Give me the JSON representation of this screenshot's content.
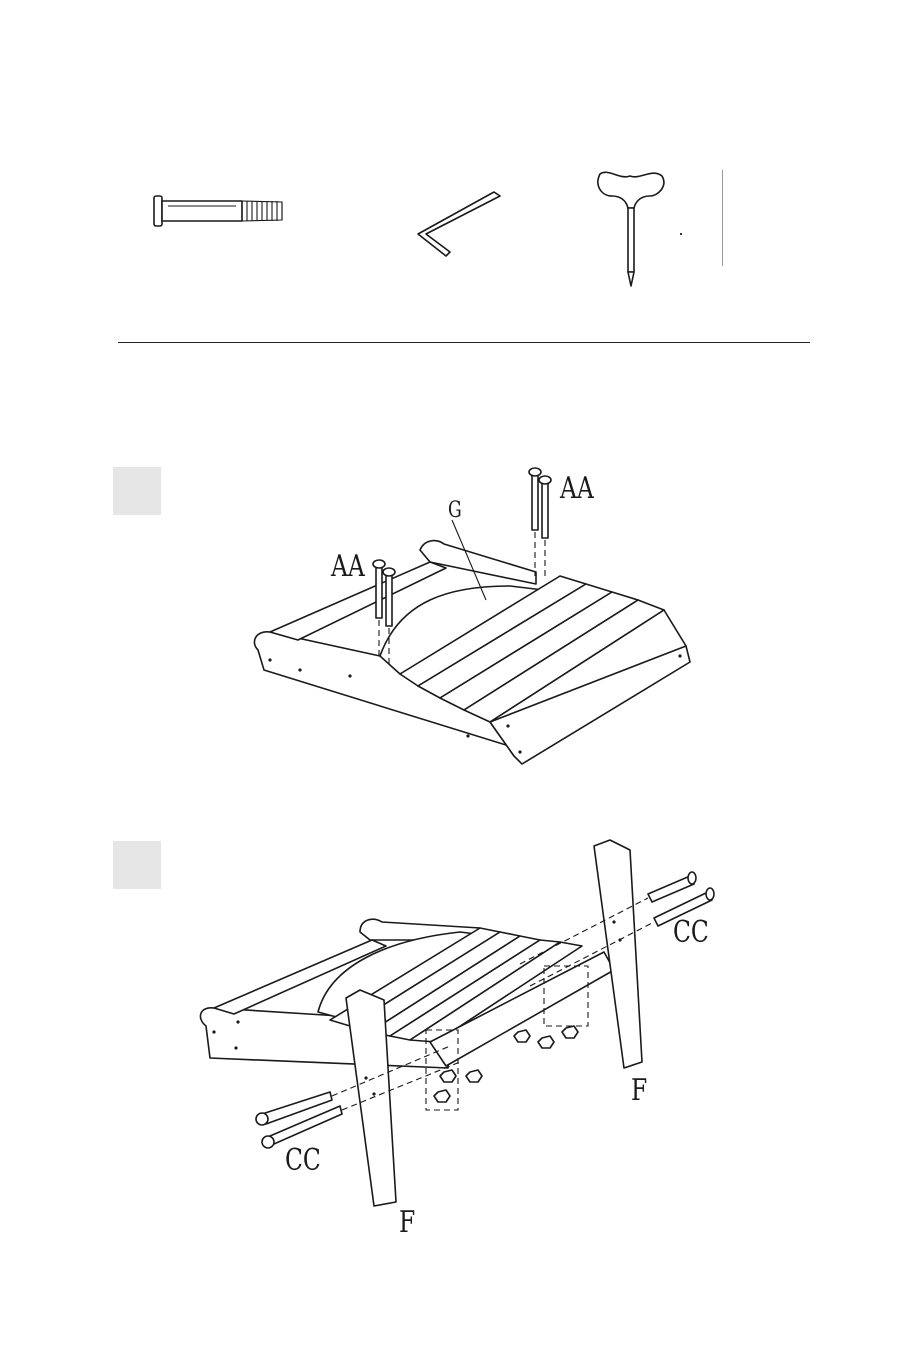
{
  "hardware": {
    "items": [
      {
        "name": "bolt",
        "icon": "bolt-icon"
      },
      {
        "name": "allen wrench",
        "icon": "allen-wrench-icon"
      },
      {
        "name": "screwdriver",
        "icon": "screwdriver-icon"
      }
    ]
  },
  "steps": [
    {
      "box_color": "#e6e6e6",
      "labels": {
        "screws_left": "AA",
        "screws_right": "AA",
        "seat": "G"
      }
    },
    {
      "box_color": "#e6e6e6",
      "labels": {
        "bolts_right": "CC",
        "bolts_left": "CC",
        "leg_right": "F",
        "leg_left": "F"
      }
    }
  ]
}
